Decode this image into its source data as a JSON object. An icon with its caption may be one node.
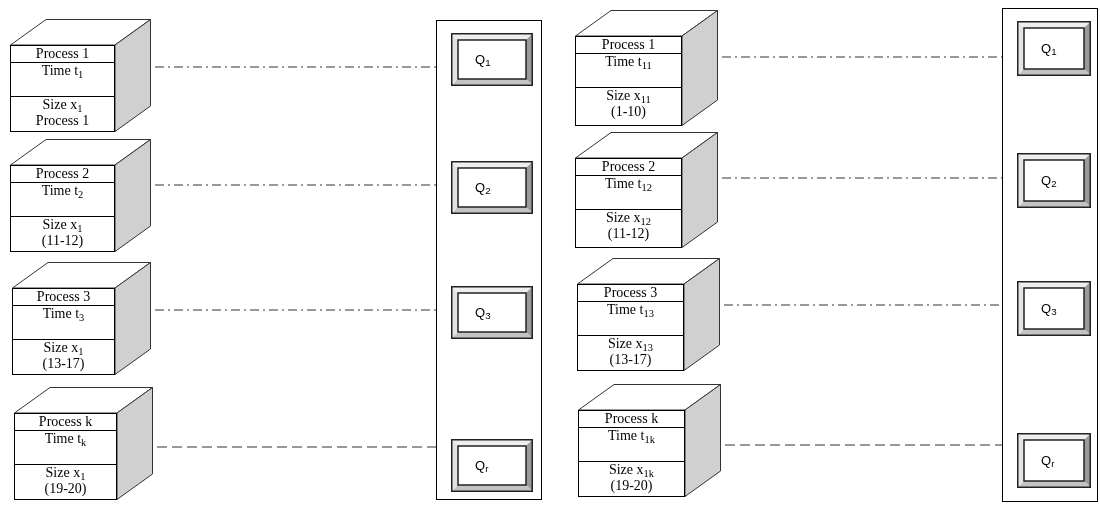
{
  "diagram": {
    "nodes": [
      {
        "text": [
          "Process 1",
          "Time t$_{1}$",
          "Size x$_{1}$ Process 1"
        ]
      },
      {
        "text": [
          "Process 2",
          "Time t$_{2}$",
          "Size x$_{1}$ (11-12)"
        ]
      },
      {
        "text": [
          "Process 3",
          "Time t$_{3}$",
          "Size x$_{1}$ (13-17)"
        ]
      },
      {
        "text": [
          "Process k",
          "Time t$_{k}$",
          "Size x$_{1}$ (19-20)"
        ]
      },
      {
        "text": [],
        "shape": "box"
      },
      {
        "text": [
          "Q$_{1}$"
        ],
        "in": 4
      },
      {
        "text": [
          "Q$_{2}$"
        ],
        "in": 4
      },
      {
        "text": [
          "Q$_{3}$"
        ],
        "in": 4
      },
      {
        "text": [
          "Q$_{r}$"
        ],
        "in": 4
      },
      {
        "text": [
          "Process 1",
          "Time t$_{11}$",
          "Size x$_{11}$ (1-10)"
        ]
      },
      {
        "text": [
          "Process 2",
          "Time t$_{12}$",
          "Size x$_{12}$ (11-12)"
        ]
      },
      {
        "text": [
          "Process 3",
          "Time t$_{13}$",
          "Size x$_{13}$ (13-17)"
        ]
      },
      {
        "text": [
          "Process k",
          "Time t$_{1k}$",
          "Size x$_{1k}$ (19-20)"
        ]
      },
      {
        "text": [],
        "shape": "box"
      },
      {
        "text": [
          "Q$_{1}$"
        ],
        "in": 13
      },
      {
        "text": [
          "Q$_{2}$"
        ],
        "in": 13
      },
      {
        "text": [
          "Q$_{3}$"
        ],
        "in": 13
      },
      {
        "text": [
          "Q$_{r}$"
        ],
        "in": 13
      }
    ],
    "edges": [
      {
        "from": 0,
        "to": 4,
        "arrow": "none"
      },
      {
        "from": 1,
        "to": 4,
        "arrow": "none"
      },
      {
        "from": 2,
        "to": 4,
        "arrow": "none"
      },
      {
        "from": 3,
        "to": 4,
        "arrow": "none",
        "style": "dashed"
      },
      {
        "from": 9,
        "to": 13,
        "arrow": "none"
      },
      {
        "from": 10,
        "to": 13,
        "arrow": "none"
      },
      {
        "from": 11,
        "to": 13,
        "arrow": "none"
      },
      {
        "from": 12,
        "to": 13,
        "arrow": "none",
        "style": "dashed"
      }
    ]
  }
}
